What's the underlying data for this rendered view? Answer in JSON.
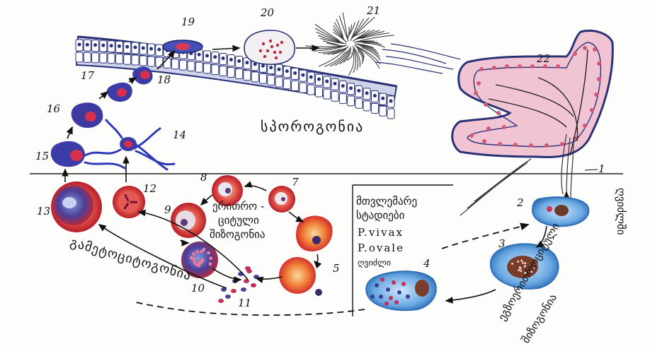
{
  "labels": {
    "sporogony": "სპოროგონია",
    "erythrocytic_1": "ერითრო -",
    "erythrocytic_2": "ციტული",
    "erythrocytic_3": "შიზოგონია",
    "gametocytogony": "გამეტოციტოგონია",
    "dormant_1": "მთვლემარე",
    "dormant_2": "სტადიები",
    "pvivax": "P.vivax",
    "povale": "P.ovale",
    "liver_1": "ღვიძლში",
    "liver_2": "ეგზოერითროციტული",
    "liver_3": "შიზოგონია",
    "liver_cell": "ღვიძლი"
  },
  "numbers": [
    "1",
    "2",
    "3",
    "4",
    "5",
    "7",
    "8",
    "9",
    "10",
    "11",
    "12",
    "13",
    "14",
    "15",
    "16",
    "17",
    "18",
    "19",
    "20",
    "21",
    "22"
  ],
  "colors": {
    "cell_red": "#d9303a",
    "cell_blue": "#2f3c9a",
    "hepatocyte_blue": "#3d88cf",
    "tissue_pink": "#e9b3c8",
    "ink": "#111111"
  }
}
